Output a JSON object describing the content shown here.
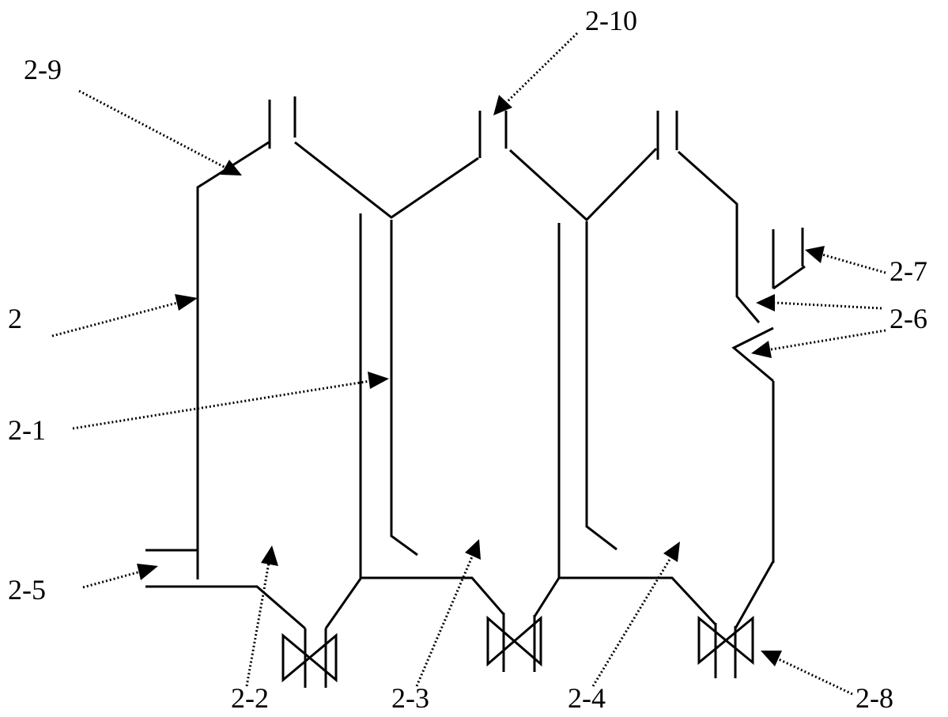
{
  "labels": {
    "l2": "2",
    "l2_1": "2-1",
    "l2_2": "2-2",
    "l2_3": "2-3",
    "l2_4": "2-4",
    "l2_5": "2-5",
    "l2_6": "2-6",
    "l2_7": "2-7",
    "l2_8": "2-8",
    "l2_9": "2-9",
    "l2_10": "2-10"
  }
}
